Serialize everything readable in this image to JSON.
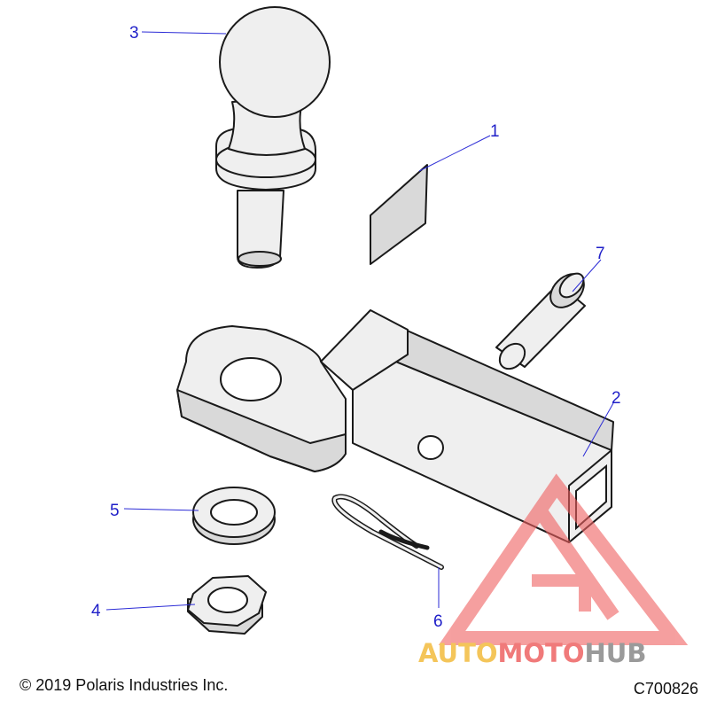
{
  "diagram": {
    "callouts": [
      {
        "id": "1",
        "label": "1"
      },
      {
        "id": "2",
        "label": "2"
      },
      {
        "id": "3",
        "label": "3"
      },
      {
        "id": "4",
        "label": "4"
      },
      {
        "id": "5",
        "label": "5"
      },
      {
        "id": "6",
        "label": "6"
      },
      {
        "id": "7",
        "label": "7"
      }
    ],
    "copyright": "© 2019 Polaris Industries Inc.",
    "code": "C700826"
  },
  "watermark": {
    "part1": "AUTO",
    "part2": "MOTO",
    "part3": "HUB",
    "colors": {
      "auto": "#f4c55a",
      "moto": "#f07a7a",
      "hub": "#9a9a9a",
      "logo": "#f06060"
    }
  }
}
